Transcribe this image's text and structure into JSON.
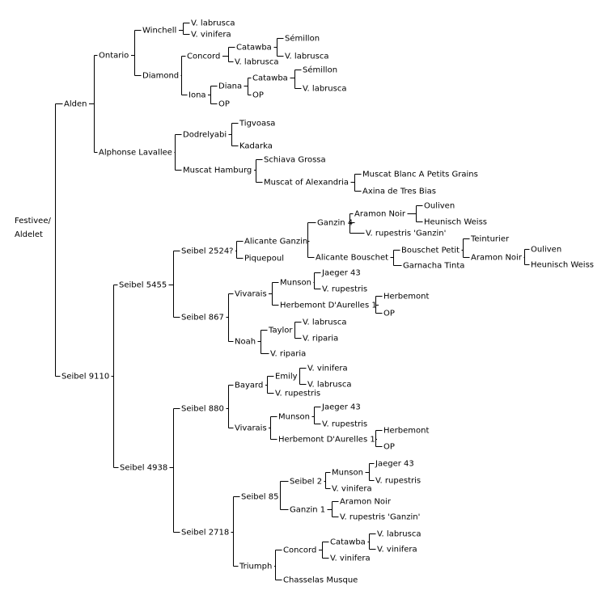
{
  "pedigree": {
    "root": {
      "label": "Festivee/\nAldelet",
      "children": [
        {
          "label": "Alden",
          "children": [
            {
              "label": "Ontario",
              "children": [
                {
                  "label": "Winchell",
                  "children": [
                    {
                      "label": "V. labrusca"
                    },
                    {
                      "label": "V. vinifera"
                    }
                  ]
                },
                {
                  "label": "Diamond",
                  "children": [
                    {
                      "label": "Concord",
                      "children": [
                        {
                          "label": "Catawba",
                          "children": [
                            {
                              "label": "Sémillon"
                            },
                            {
                              "label": "V. labrusca"
                            }
                          ]
                        },
                        {
                          "label": "V. labrusca"
                        }
                      ]
                    },
                    {
                      "label": "Iona",
                      "children": [
                        {
                          "label": "Diana",
                          "children": [
                            {
                              "label": "Catawba",
                              "children": [
                                {
                                  "label": "Sémillon"
                                },
                                {
                                  "label": "V. labrusca"
                                }
                              ]
                            },
                            {
                              "label": "OP"
                            }
                          ]
                        },
                        {
                          "label": "OP"
                        }
                      ]
                    }
                  ]
                }
              ]
            },
            {
              "label": "Alphonse Lavallee",
              "children": [
                {
                  "label": "Dodrelyabi",
                  "children": [
                    {
                      "label": "Tigvoasa"
                    },
                    {
                      "label": "Kadarka"
                    }
                  ]
                },
                {
                  "label": "Muscat Hamburg",
                  "children": [
                    {
                      "label": "Schiava Grossa"
                    },
                    {
                      "label": "Muscat of Alexandria",
                      "children": [
                        {
                          "label": "Muscat Blanc A Petits Grains"
                        },
                        {
                          "label": "Axina de Tres Bias"
                        }
                      ]
                    }
                  ]
                }
              ]
            }
          ]
        },
        {
          "label": "Seibel 9110",
          "children": [
            {
              "label": "Seibel 5455",
              "children": [
                {
                  "label": "Seibel 2524?",
                  "children": [
                    {
                      "label": "Alicante Ganzin",
                      "children": [
                        {
                          "label": "Ganzin 4",
                          "children": [
                            {
                              "label": "Aramon Noir",
                              "children": [
                                {
                                  "label": "Ouliven"
                                },
                                {
                                  "label": "Heunisch Weiss"
                                }
                              ]
                            },
                            {
                              "label": "V. rupestris 'Ganzin'"
                            }
                          ]
                        },
                        {
                          "label": "Alicante Bouschet",
                          "children": [
                            {
                              "label": "Bouschet Petit",
                              "children": [
                                {
                                  "label": "Teinturier"
                                },
                                {
                                  "label": "Aramon Noir",
                                  "children": [
                                    {
                                      "label": "Ouliven"
                                    },
                                    {
                                      "label": "Heunisch Weiss"
                                    }
                                  ]
                                }
                              ]
                            },
                            {
                              "label": "Garnacha Tinta"
                            }
                          ]
                        }
                      ]
                    },
                    {
                      "label": "Piquepoul"
                    }
                  ]
                },
                {
                  "label": "Seibel 867",
                  "children": [
                    {
                      "label": "Vivarais",
                      "children": [
                        {
                          "label": "Munson",
                          "children": [
                            {
                              "label": "Jaeger 43"
                            },
                            {
                              "label": "V. rupestris"
                            }
                          ]
                        },
                        {
                          "label": "Herbemont D'Aurelles 1",
                          "children": [
                            {
                              "label": "Herbemont"
                            },
                            {
                              "label": "OP"
                            }
                          ]
                        }
                      ]
                    },
                    {
                      "label": "Noah",
                      "children": [
                        {
                          "label": "Taylor",
                          "children": [
                            {
                              "label": "V. labrusca"
                            },
                            {
                              "label": "V. riparia"
                            }
                          ]
                        },
                        {
                          "label": "V. riparia"
                        }
                      ]
                    }
                  ]
                }
              ]
            },
            {
              "label": "Seibel 4938",
              "children": [
                {
                  "label": "Seibel 880",
                  "children": [
                    {
                      "label": "Bayard",
                      "children": [
                        {
                          "label": "Emily",
                          "children": [
                            {
                              "label": "V. vinifera"
                            },
                            {
                              "label": "V. labrusca"
                            }
                          ]
                        },
                        {
                          "label": "V. rupestris"
                        }
                      ]
                    },
                    {
                      "label": "Vivarais",
                      "children": [
                        {
                          "label": "Munson",
                          "children": [
                            {
                              "label": "Jaeger 43"
                            },
                            {
                              "label": "V. rupestris"
                            }
                          ]
                        },
                        {
                          "label": "Herbemont D'Aurelles 1",
                          "children": [
                            {
                              "label": "Herbemont"
                            },
                            {
                              "label": "OP"
                            }
                          ]
                        }
                      ]
                    }
                  ]
                },
                {
                  "label": "Seibel 2718",
                  "children": [
                    {
                      "label": "Seibel 85",
                      "children": [
                        {
                          "label": "Seibel 2",
                          "children": [
                            {
                              "label": "Munson",
                              "children": [
                                {
                                  "label": "Jaeger 43"
                                },
                                {
                                  "label": "V. rupestris"
                                }
                              ]
                            },
                            {
                              "label": "V. vinifera"
                            }
                          ]
                        },
                        {
                          "label": "Ganzin 1",
                          "children": [
                            {
                              "label": "Aramon Noir"
                            },
                            {
                              "label": "V. rupestris 'Ganzin'"
                            }
                          ]
                        }
                      ]
                    },
                    {
                      "label": "Triumph",
                      "children": [
                        {
                          "label": "Concord",
                          "children": [
                            {
                              "label": "Catawba",
                              "children": [
                                {
                                  "label": "V. labrusca"
                                },
                                {
                                  "label": "V. vinifera"
                                }
                              ]
                            },
                            {
                              "label": "V. vinifera"
                            }
                          ]
                        },
                        {
                          "label": "Chasselas Musque"
                        }
                      ]
                    }
                  ]
                }
              ]
            }
          ]
        }
      ]
    }
  }
}
